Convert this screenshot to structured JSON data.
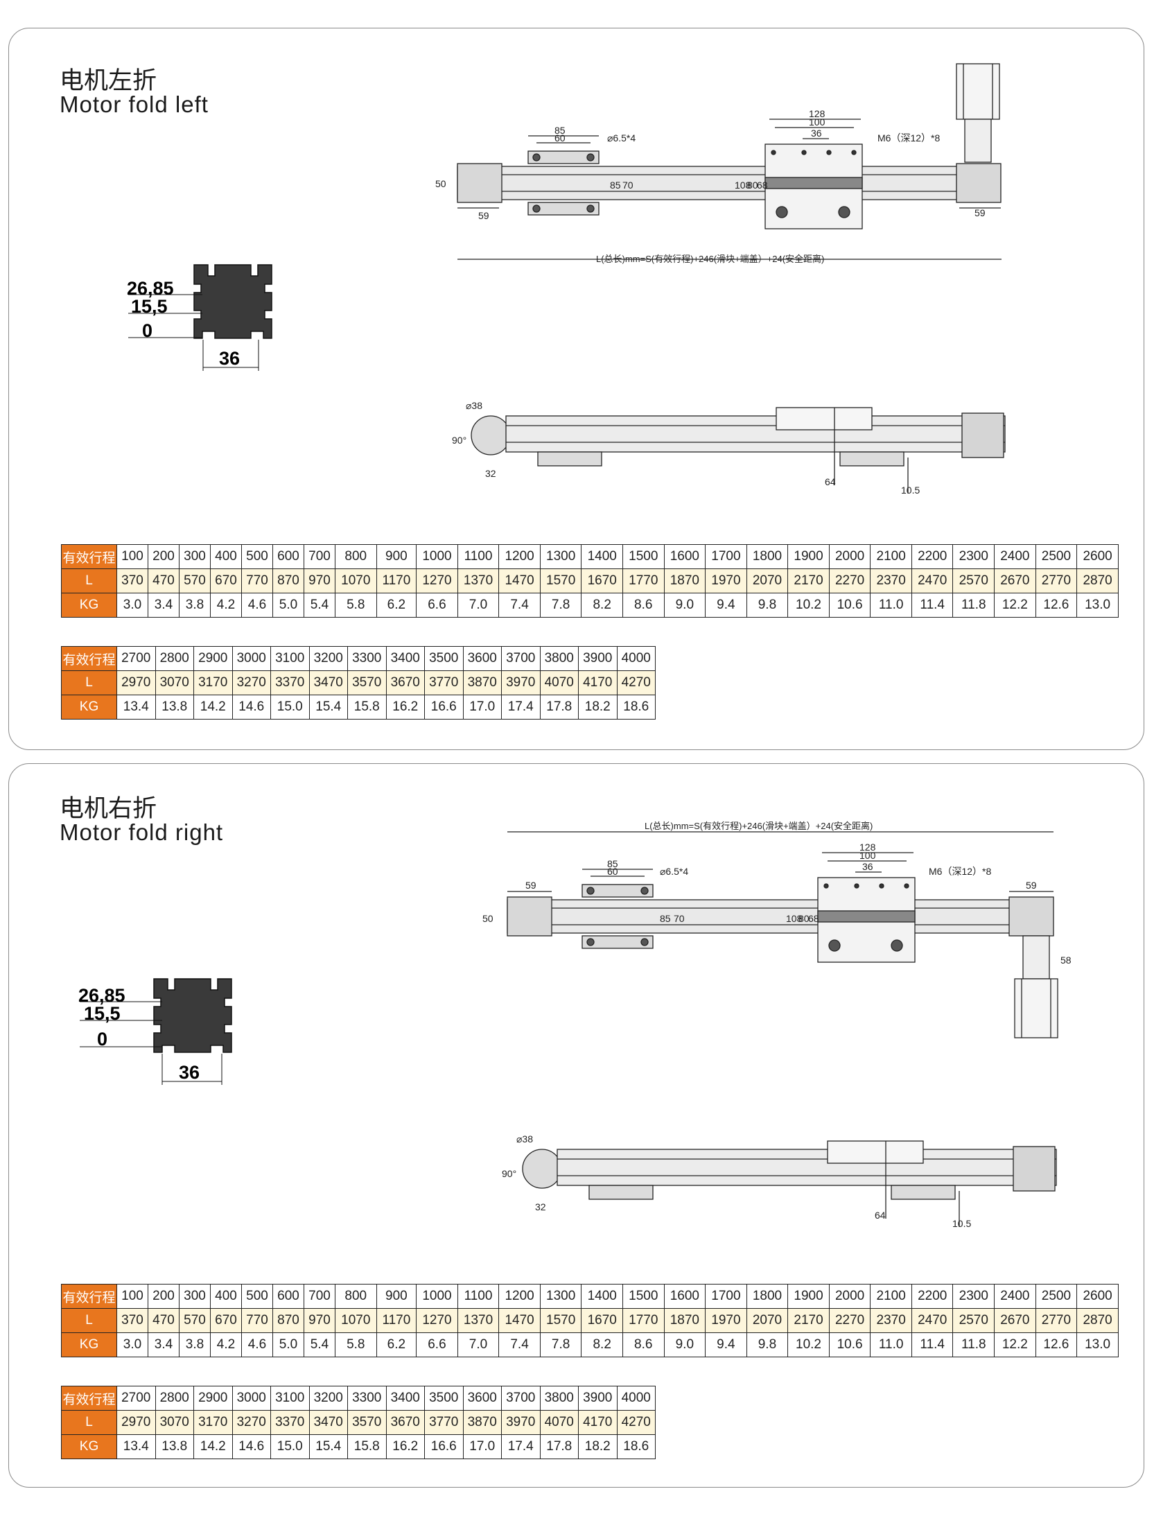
{
  "sections": [
    {
      "title_cn": "电机左折",
      "title_en": "Motor fold left",
      "drawing": {
        "profile": {
          "top": "26,85",
          "mid": "15,5",
          "zero": "0",
          "width": "36"
        },
        "top_view": {
          "d128": "128",
          "d100": "100",
          "d36": "36",
          "d85": "85",
          "d60": "60",
          "hole": "⌀6.5*4",
          "m6": "M6（深12）*8",
          "d50": "50",
          "d70": "70",
          "d85b": "85",
          "d108": "108",
          "d80": "80",
          "d68": "68",
          "d59a": "59",
          "d59b": "59",
          "total": "L(总长)mm=S(有效行程)+246(滑块+端盖）+24(安全距离)"
        },
        "side_view": {
          "d38": "⌀38",
          "d90": "90°",
          "d32": "32",
          "d64": "64",
          "d105": "10.5"
        }
      }
    },
    {
      "title_cn": "电机右折",
      "title_en": "Motor fold right",
      "drawing": {
        "profile": {
          "top": "26,85",
          "mid": "15,5",
          "zero": "0",
          "width": "36"
        },
        "top_view": {
          "d128": "128",
          "d100": "100",
          "d36": "36",
          "d85": "85",
          "d60": "60",
          "hole": "⌀6.5*4",
          "m6": "M6（深12）*8",
          "d50": "50",
          "d70": "70",
          "d85b": "85",
          "d108": "108",
          "d80": "80",
          "d68": "68",
          "d59a": "59",
          "d59b": "59",
          "d58": "58",
          "total": "L(总长)mm=S(有效行程)+246(滑块+端盖）+24(安全距离)"
        },
        "side_view": {
          "d38": "⌀38",
          "d90": "90°",
          "d32": "32",
          "d64": "64",
          "d105": "10.5"
        }
      }
    }
  ],
  "spec_table": {
    "row_labels": {
      "stroke": "有效行程",
      "length": "L",
      "weight": "KG"
    },
    "part1": {
      "stroke": [
        "100",
        "200",
        "300",
        "400",
        "500",
        "600",
        "700",
        "800",
        "900",
        "1000",
        "1100",
        "1200",
        "1300",
        "1400",
        "1500",
        "1600",
        "1700",
        "1800",
        "1900",
        "2000",
        "2100",
        "2200",
        "2300",
        "2400",
        "2500",
        "2600"
      ],
      "length": [
        "370",
        "470",
        "570",
        "670",
        "770",
        "870",
        "970",
        "1070",
        "1170",
        "1270",
        "1370",
        "1470",
        "1570",
        "1670",
        "1770",
        "1870",
        "1970",
        "2070",
        "2170",
        "2270",
        "2370",
        "2470",
        "2570",
        "2670",
        "2770",
        "2870"
      ],
      "weight": [
        "3.0",
        "3.4",
        "3.8",
        "4.2",
        "4.6",
        "5.0",
        "5.4",
        "5.8",
        "6.2",
        "6.6",
        "7.0",
        "7.4",
        "7.8",
        "8.2",
        "8.6",
        "9.0",
        "9.4",
        "9.8",
        "10.2",
        "10.6",
        "11.0",
        "11.4",
        "11.8",
        "12.2",
        "12.6",
        "13.0"
      ]
    },
    "part2": {
      "stroke": [
        "2700",
        "2800",
        "2900",
        "3000",
        "3100",
        "3200",
        "3300",
        "3400",
        "3500",
        "3600",
        "3700",
        "3800",
        "3900",
        "4000"
      ],
      "length": [
        "2970",
        "3070",
        "3170",
        "3270",
        "3370",
        "3470",
        "3570",
        "3670",
        "3770",
        "3870",
        "3970",
        "4070",
        "4170",
        "4270"
      ],
      "weight": [
        "13.4",
        "13.8",
        "14.2",
        "14.6",
        "15.0",
        "15.4",
        "15.8",
        "16.2",
        "16.6",
        "17.0",
        "17.4",
        "17.8",
        "18.2",
        "18.6"
      ]
    }
  },
  "colors": {
    "header": "#e8761e",
    "length_row": "#fdf6dc",
    "border": "#8a8a8a"
  }
}
